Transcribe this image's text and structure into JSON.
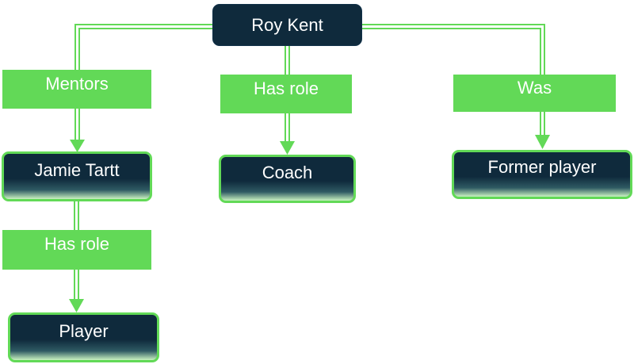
{
  "colors": {
    "accent": "#62d957",
    "node_dark": "#0f2a3c",
    "text": "#ffffff"
  },
  "diagram": {
    "root": {
      "label": "Roy Kent"
    },
    "nodes": {
      "jamie_tartt": "Jamie Tartt",
      "coach": "Coach",
      "former_player": "Former player",
      "player": "Player"
    },
    "edges": {
      "mentors": "Mentors",
      "has_role_roy": "Has role",
      "was": "Was",
      "has_role_jamie": "Has role"
    }
  }
}
